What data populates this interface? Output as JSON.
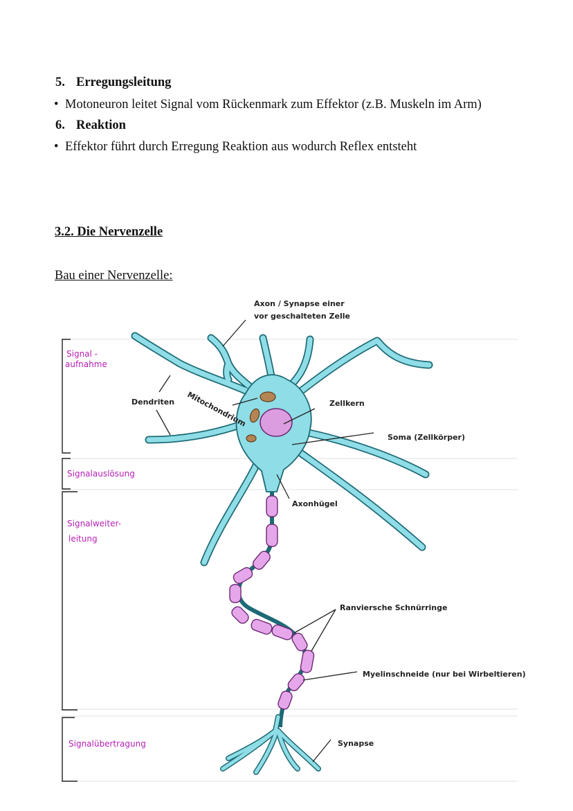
{
  "sections": [
    {
      "number": "5.",
      "title": "Erregungsleitung",
      "bullet": "Motoneuron leitet Signal vom Rückenmark zum Effektor (z.B. Muskeln im Arm)"
    },
    {
      "number": "6.",
      "title": "Reaktion",
      "bullet": "Effektor führt durch Erregung Reaktion aus wodurch Reflex entsteht"
    }
  ],
  "bullet_char": "•",
  "chapter_heading": "3.2. Die Nervenzelle",
  "subheading": "Bau einer Nervenzelle:",
  "figure": {
    "labels": {
      "axon_synapse_line1": "Axon / Synapse einer",
      "axon_synapse_line2": "vor geschalteten Zelle",
      "dendriten": "Dendriten",
      "mitochondrium": "Mitochondrium",
      "zellkern": "Zellkern",
      "soma": "Soma (Zellkörper)",
      "axonhuegel": "Axonhügel",
      "ranvier": "Ranviersche Schnürringe",
      "myelin": "Myelinschneide (nur bei Wirbeltieren)",
      "synapse": "Synapse"
    },
    "phases": {
      "aufnahme_line1": "Signal -",
      "aufnahme_line2": "aufnahme",
      "ausloesung": "Signalauslösung",
      "weiterleitung_line1": "Signalweiter-",
      "weiterleitung_line2": "leitung",
      "uebertragung": "Signalübertragung"
    },
    "colors": {
      "cell_fill": "#8fdde6",
      "cell_outline": "#1d6a75",
      "myelin_fill": "#e6a6ea",
      "myelin_outline": "#6a2a72",
      "nucleus_fill": "#dc9ce0",
      "mitochondria_fill": "#b48552",
      "phase_text": "#b51fb5"
    }
  }
}
